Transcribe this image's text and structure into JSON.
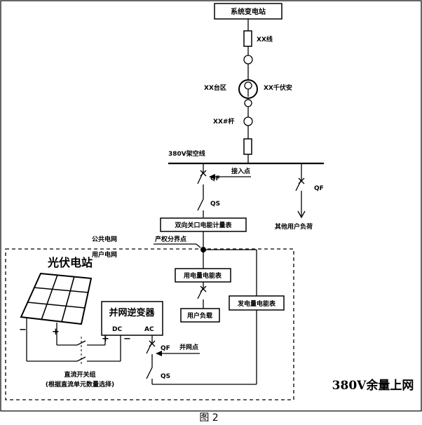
{
  "labels": {
    "substation": "系统变电站",
    "line_xx": "XX线",
    "area_xx": "XX台区",
    "kva_xx": "XX千伏安",
    "pole_xx": "XX#杆",
    "overhead_line": "380V架空线",
    "qf": "QF",
    "qs": "QS",
    "access_point": "接入点",
    "other_loads": "其他用户负荷",
    "bidirectional_meter": "双向关口电能计量表",
    "public_grid": "公共电网",
    "user_grid": "用户电网",
    "property_boundary": "产权分界点",
    "pv_station": "光伏电站",
    "consumption_meter": "用电量电能表",
    "user_load": "用户负载",
    "generation_meter": "发电量电能表",
    "grid_inverter": "并网逆变器",
    "dc": "DC",
    "ac": "AC",
    "grid_point": "并网点",
    "dc_switch": "直流开关组",
    "dc_switch_note": "(根据直流单元数量选择)",
    "mode_title": "380V余量上网",
    "figure_caption": "图 2",
    "plus": "+",
    "minus": "−"
  }
}
